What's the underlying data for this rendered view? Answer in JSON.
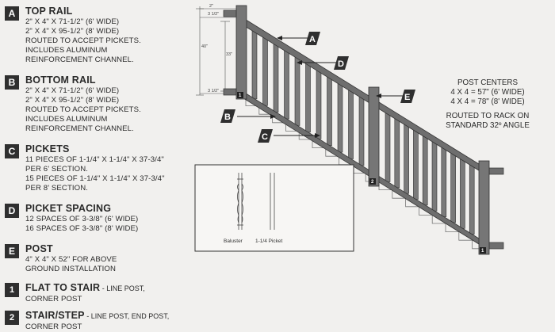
{
  "legend": [
    {
      "badge": "A",
      "title": "TOP RAIL",
      "lines": [
        "2\" X 4\" X 71-1/2\" (6' WIDE)",
        "2\" X 4\" X 95-1/2\" (8' WIDE)",
        "ROUTED TO ACCEPT PICKETS.",
        "INCLUDES ALUMINUM",
        "REINFORCEMENT CHANNEL."
      ]
    },
    {
      "badge": "B",
      "title": "BOTTOM RAIL",
      "lines": [
        "2\" X 4\" X 71-1/2\" (6' WIDE)",
        "2\" X 4\" X 95-1/2\" (8' WIDE)",
        "ROUTED TO ACCEPT PICKETS.",
        "INCLUDES ALUMINUM",
        "REINFORCEMENT CHANNEL."
      ]
    },
    {
      "badge": "C",
      "title": "PICKETS",
      "lines": [
        "11 PIECES OF 1-1/4\" X 1-1/4\" X 37-3/4\"",
        "PER 6' SECTION.",
        "15 PIECES OF 1-1/4\" X 1-1/4\" X 37-3/4\"",
        "PER 8' SECTION."
      ]
    },
    {
      "badge": "D",
      "title": "PICKET SPACING",
      "lines": [
        "12 SPACES OF 3-3/8\" (6' WIDE)",
        "16 SPACES OF 3-3/8\" (8' WIDE)"
      ]
    },
    {
      "badge": "E",
      "title": "POST",
      "lines": [
        "4\" X 4\" X 52\" FOR ABOVE",
        "GROUND INSTALLATION"
      ]
    },
    {
      "badge": "1",
      "title": "FLAT TO STAIR",
      "sub": " - LINE POST,",
      "lines": [
        "CORNER POST"
      ]
    },
    {
      "badge": "2",
      "title": "STAIR/STEP",
      "sub": " - LINE POST, END POST,",
      "lines": [
        "CORNER POST"
      ]
    }
  ],
  "notes": {
    "post_centers": [
      "POST CENTERS",
      "4 X 4 = 57\" (6' WIDE)",
      "4 X 4 = 78\" (8' WIDE)"
    ],
    "rack": [
      "ROUTED TO RACK ON",
      "STANDARD 32º ANGLE"
    ]
  },
  "diagram": {
    "callouts": [
      "A",
      "D",
      "E",
      "B",
      "C"
    ],
    "post_numbers": [
      "1",
      "2",
      "1"
    ],
    "dimensions": [
      "2\"",
      "3 1/2\"",
      "40\"",
      "33\"",
      "3 1/2\""
    ],
    "inset_labels": [
      "Baluster",
      "1-1/4 Picket"
    ]
  },
  "colors": {
    "ink": "#2a2a2a",
    "badge": "#2f2f2f",
    "background": "#f1f0ee",
    "stairs": "#777777"
  }
}
